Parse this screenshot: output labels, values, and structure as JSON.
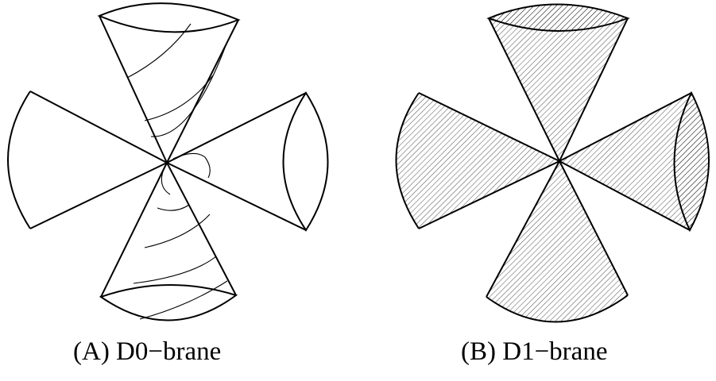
{
  "panels": [
    {
      "id": "A",
      "caption": "(A) D0−brane",
      "surface": "spiral-curves"
    },
    {
      "id": "B",
      "caption": "(B) D1−brane",
      "surface": "hatched"
    }
  ],
  "colors": {
    "line": "#000000",
    "background": "#ffffff"
  }
}
